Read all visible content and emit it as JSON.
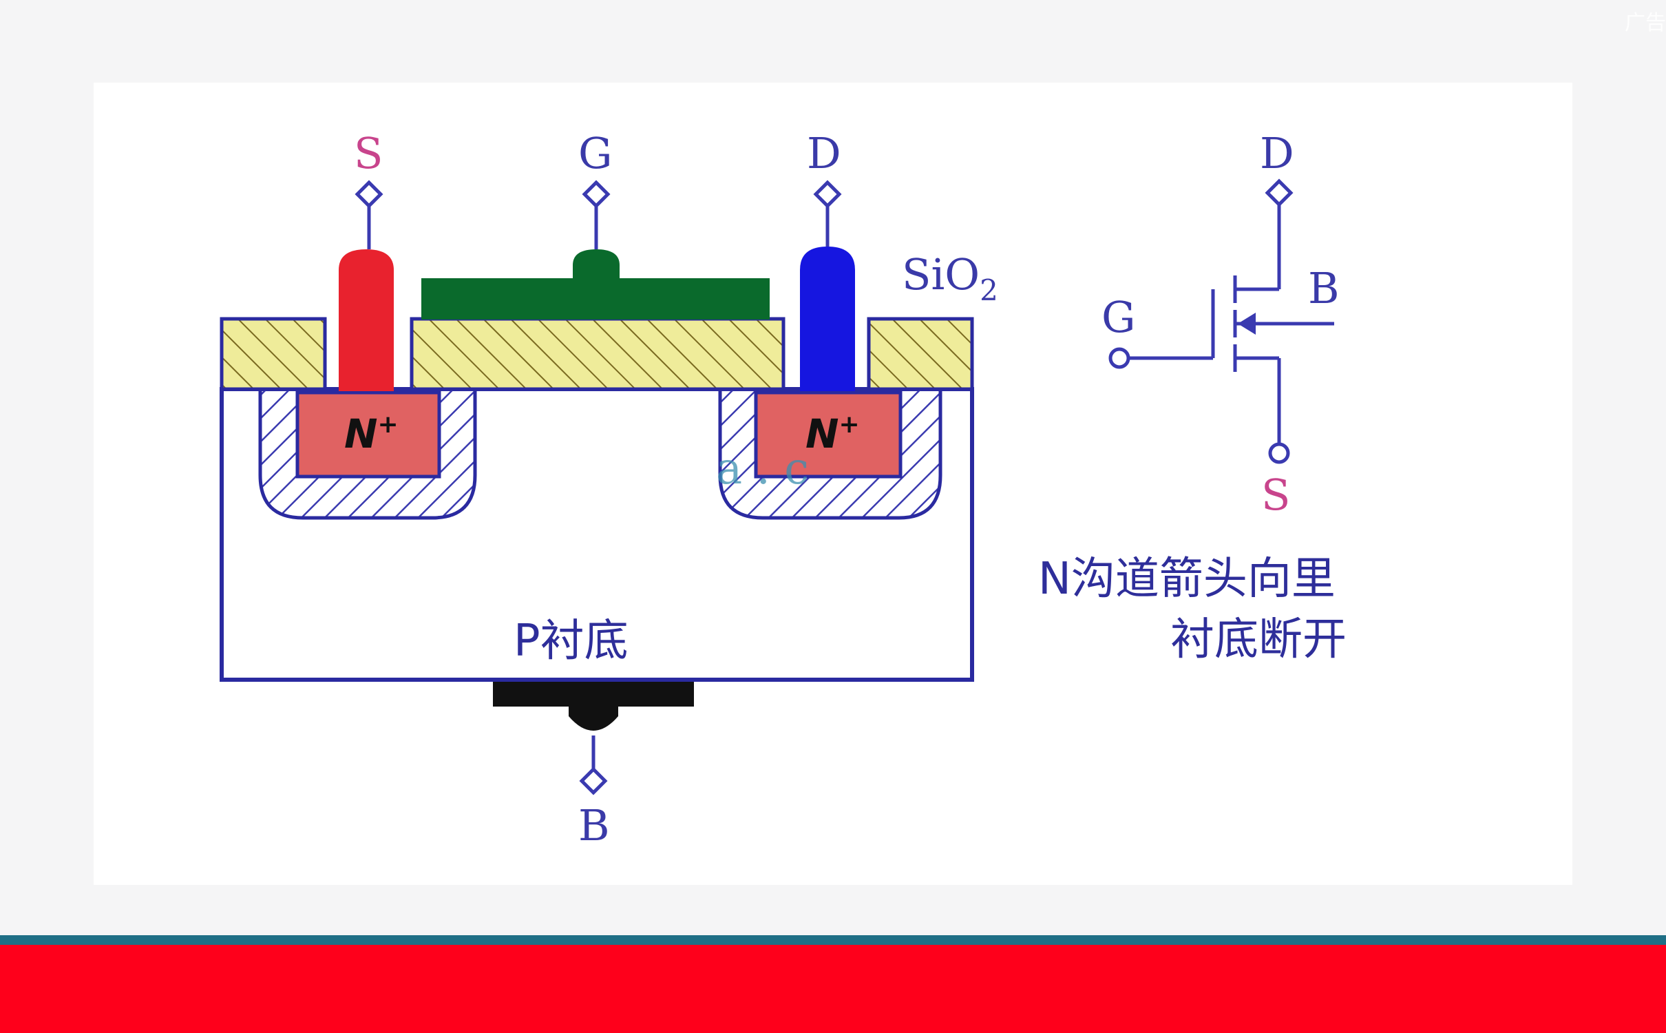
{
  "corner_ad": "广告",
  "structure": {
    "source_label": "S",
    "gate_label": "G",
    "drain_label": "D",
    "oxide_label": "SiO",
    "oxide_subscript": "2",
    "n_plus_left": "N",
    "n_plus_right": "N",
    "n_plus_superscript": "+",
    "substrate_label": "P衬底",
    "body_label": "B"
  },
  "symbol": {
    "drain_label": "D",
    "gate_label": "G",
    "body_label": "B",
    "source_label": "S",
    "caption_line1": "N沟道箭头向里",
    "caption_line2": "衬底断开"
  },
  "watermark": "a . c",
  "colors": {
    "source_electrode": "#e8222e",
    "gate_electrode": "#0a6a2c",
    "drain_electrode": "#1616e0",
    "oxide": "#efec9a",
    "n_plus": "#e06262",
    "outline": "#2a2aa0",
    "bottom_bar": "#fe001b",
    "bottom_stripe": "#1f6f86"
  }
}
